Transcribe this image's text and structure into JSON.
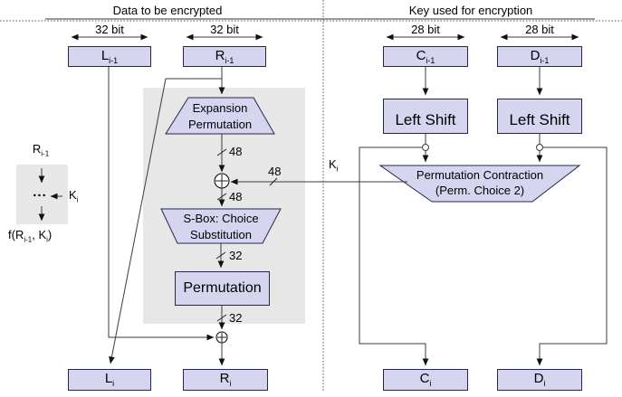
{
  "diagram": {
    "titles": {
      "left": "Data to be encrypted",
      "right": "Key used for encryption"
    },
    "bit_labels": {
      "data": "32 bit",
      "key": "28 bit"
    },
    "nodes": {
      "l_prev": {
        "main": "L",
        "sub": "i-1"
      },
      "r_prev": {
        "main": "R",
        "sub": "i-1"
      },
      "c_prev": {
        "main": "C",
        "sub": "i-1"
      },
      "d_prev": {
        "main": "D",
        "sub": "i-1"
      },
      "l_next": {
        "main": "L",
        "sub": "i"
      },
      "r_next": {
        "main": "R",
        "sub": "i"
      },
      "c_next": {
        "main": "C",
        "sub": "i"
      },
      "d_next": {
        "main": "D",
        "sub": "i"
      },
      "expansion": {
        "line1": "Expansion",
        "line2": "Permutation"
      },
      "sbox": {
        "line1": "S-Box: Choice",
        "line2": "Substitution"
      },
      "permutation": "Permutation",
      "left_shift": "Left Shift",
      "perm_contraction": {
        "line1": "Permutation Contraction",
        "line2": "(Perm. Choice 2)"
      }
    },
    "wire_labels": {
      "w48": "48",
      "w32": "32",
      "key": {
        "main": "K",
        "sub": "i"
      }
    },
    "legend": {
      "input": {
        "main": "R",
        "sub": "i-1"
      },
      "dots": "...",
      "key": {
        "main": "K",
        "sub": "i"
      },
      "output": {
        "p1": "f(R",
        "s1": "i-1",
        "p2": ", K",
        "s2": "i",
        "p3": ")"
      }
    },
    "colors": {
      "box_fill": "#d5d5f0",
      "box_border": "#26264d",
      "panel_gray": "#e7e7e7",
      "line": "#3b3b3b"
    }
  }
}
